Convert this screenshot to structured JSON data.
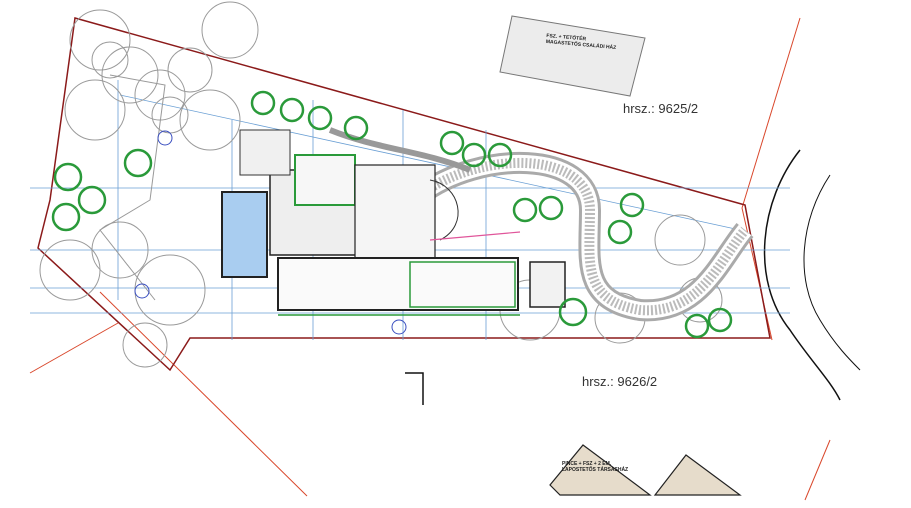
{
  "plot_labels": {
    "parcel_north": "hrsz.: 9625/2",
    "parcel_south": "hrsz.: 9626/2"
  },
  "neighbor_buildings": [
    {
      "line1": "FSZ. + TETŐTÉR",
      "line2": "MAGASTETŐS CSALÁDI HÁZ"
    },
    {
      "line1": "PINCE + FSZ + 2 EM.",
      "line2": "LAPOSTETŐS TÁRSASHÁZ"
    }
  ],
  "colors": {
    "boundary": "#8b1a1a",
    "neighbor_line": "#d9472b",
    "grid": "#6a9fd4",
    "tree_green": "#2a9a3a",
    "tree_gray": "#9a9a9a",
    "pool": "#a9cdf0",
    "neighbor_fill_top": "#ececec",
    "neighbor_fill_bottom": "#e6dccb"
  }
}
